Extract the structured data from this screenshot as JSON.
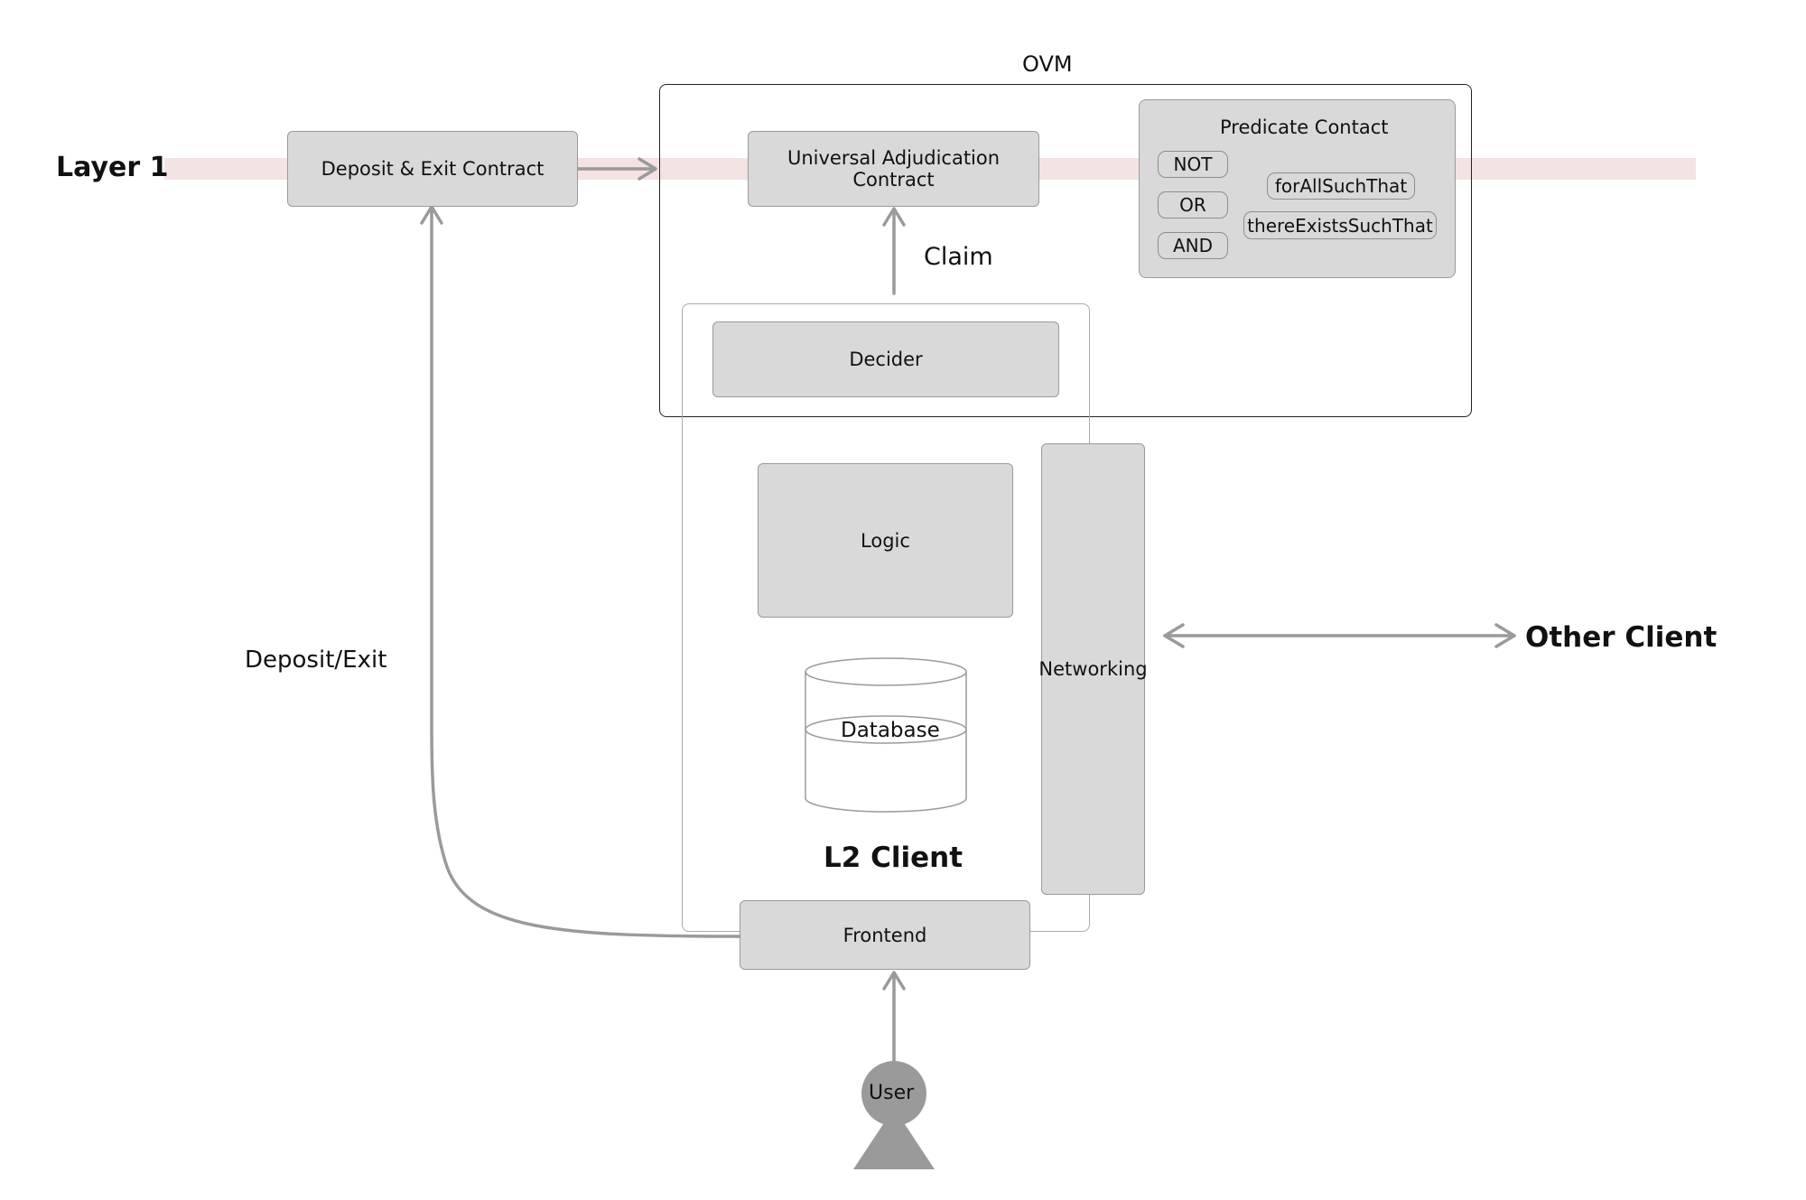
{
  "layer1": {
    "label": "Layer 1"
  },
  "ovm": {
    "title": "OVM"
  },
  "deposit_exit_contract": {
    "label": "Deposit & Exit Contract"
  },
  "universal_adjudication_contract": {
    "label": "Universal Adjudication Contract"
  },
  "predicate_contract": {
    "title": "Predicate Contact",
    "left_items": [
      "NOT",
      "OR",
      "AND"
    ],
    "right_items": [
      "forAllSuchThat",
      "thereExistsSuchThat"
    ]
  },
  "claim": {
    "label": "Claim"
  },
  "decider": {
    "label": "Decider"
  },
  "logic": {
    "label": "Logic"
  },
  "database": {
    "label": "Database"
  },
  "networking": {
    "label": "Networking"
  },
  "l2_client": {
    "label": "L2 Client"
  },
  "frontend": {
    "label": "Frontend"
  },
  "user": {
    "label": "User"
  },
  "deposit_exit": {
    "label": "Deposit/Exit"
  },
  "other_client": {
    "label": "Other Client"
  },
  "colors": {
    "box_fill": "#d9d9d9",
    "box_border": "#9a9a9a",
    "arrow": "#9a9a9a",
    "layer_band": "#f3e3e3",
    "user_fill": "#9a9a9a"
  }
}
